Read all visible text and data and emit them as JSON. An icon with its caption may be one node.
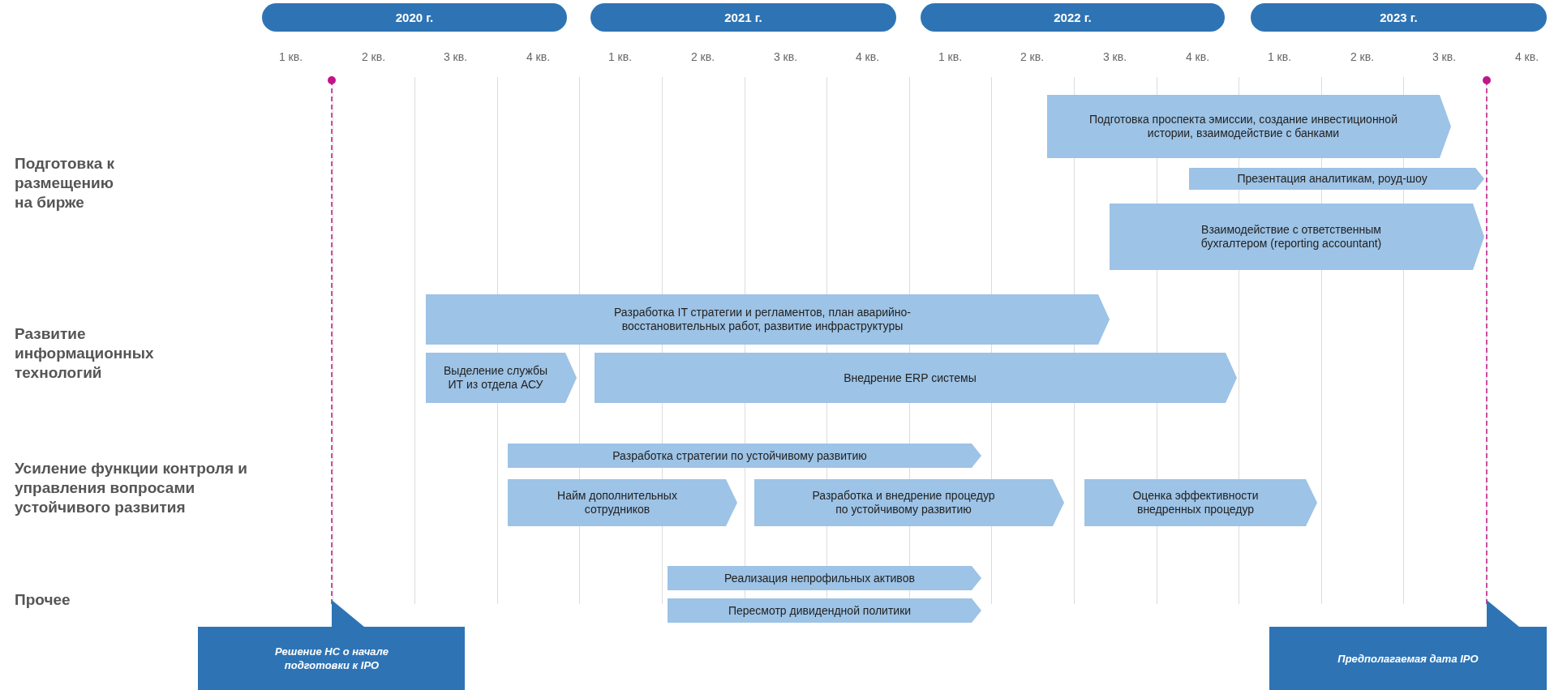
{
  "diagram": {
    "nodes": [
      {
        "text": [
          "2020 г."
        ]
      },
      {
        "text": [
          "2021 г."
        ]
      },
      {
        "text": [
          "2022 г."
        ]
      },
      {
        "text": [
          "2023 г."
        ]
      },
      {
        "text": [
          "Подготовка проспекта эмиссии, создание инвестиционной истории, взаимодействие с банками"
        ]
      },
      {
        "text": [
          "Презентация аналитикам, роуд-шоу"
        ]
      },
      {
        "text": [
          "Взаимодействие с ответственным бухгалтером (reporting accountant)"
        ]
      },
      {
        "text": [
          "Разработка IT стратегии и регламентов, план аварийно-восстановительных работ, развитие  инфраструктуры"
        ]
      },
      {
        "text": [
          "Выделение службы ИТ из отдела АСУ"
        ]
      },
      {
        "text": [
          "Внедрение ERP системы"
        ]
      },
      {
        "text": [
          "Разработка стратегии по устойчивому развитию"
        ]
      },
      {
        "text": [
          "Найм дополнительных сотрудников"
        ]
      },
      {
        "text": [
          "Разработка и внедрение процедур по устойчивому развитию"
        ]
      },
      {
        "text": [
          "Оценка эффективности внедренных процедур"
        ]
      },
      {
        "text": [
          "Реализация непрофильных активов"
        ]
      },
      {
        "text": [
          "Пересмотр дивидендной политики"
        ]
      },
      {
        "text": [
          "Решение НС о начале подготовки к IPO"
        ]
      },
      {
        "text": [
          "Предполагаемая дата IPO"
        ]
      }
    ],
    "labels": [
      "1 кв.",
      "2 кв.",
      "3 кв.",
      "4 кв.",
      "1 кв.",
      "2 кв.",
      "3 кв.",
      "4 кв.",
      "1 кв.",
      "2 кв.",
      "3 кв.",
      "4 кв.",
      "1 кв.",
      "2 кв.",
      "3 кв.",
      "4 кв.",
      "Подготовка к размещению на бирже",
      "Развитие информационных технологий",
      "Усиление функции контроля и управления вопросами устойчивого развития",
      "Прочее"
    ]
  }
}
